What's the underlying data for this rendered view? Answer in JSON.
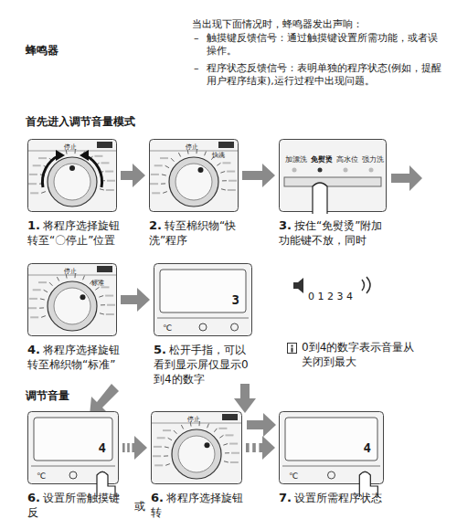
{
  "diagram": {
    "nodes": [
      {
        "text": [
          "1.",
          "将程序选择旋钮转至“〇停止”位置"
        ]
      },
      {
        "text": [
          "2.",
          "转至棉织物“快洗”程序"
        ]
      },
      {
        "text": [
          "3.",
          "按住“免熨烫”附加功能键不放，同时"
        ]
      },
      {
        "text": [
          "4.",
          "将程序选择旋钮转至棉织物“标准”"
        ]
      },
      {
        "text": [
          "3",
          "5.",
          "松开手指，可以看到显示屏仅显示0到4的数字"
        ]
      },
      {
        "text": [
          "4",
          "6.",
          "设置所需触摸键反"
        ]
      },
      {
        "text": [
          "6.",
          "将程序选择旋钮转"
        ]
      },
      {
        "text": [
          "4",
          "7.",
          "设置所需程序状态"
        ]
      }
    ],
    "edges": [
      {
        "from": 0,
        "to": 1,
        "arrow": "to"
      },
      {
        "from": 1,
        "to": 2,
        "arrow": "to"
      },
      {
        "from": 3,
        "to": 4,
        "arrow": "to"
      },
      {
        "from": 5,
        "to": 6,
        "arrow": "to"
      },
      {
        "from": 6,
        "to": 7,
        "arrow": "to"
      }
    ],
    "labels": [
      "蜂鸣器",
      "当出现下面情况时，蜂鸣器发出声响：",
      "–",
      "触摸键反馈信号：通过触摸键设置所需功能，或者误操作。",
      "–",
      "程序状态反馈信号：表明单独的程序状态(例如，提醒用户程序结束),运行过程中出现问题。",
      "首先进入调节音量模式",
      "停止",
      "停止",
      "快洗",
      "加漂洗",
      "免熨烫",
      "高水位",
      "强力洗",
      "停止",
      "标准",
      "℃",
      "0 1 2 3 4",
      "0到4的数字表示音量从关闭到最大",
      "调节音量",
      "℃",
      "停止",
      "℃",
      "或"
    ]
  }
}
